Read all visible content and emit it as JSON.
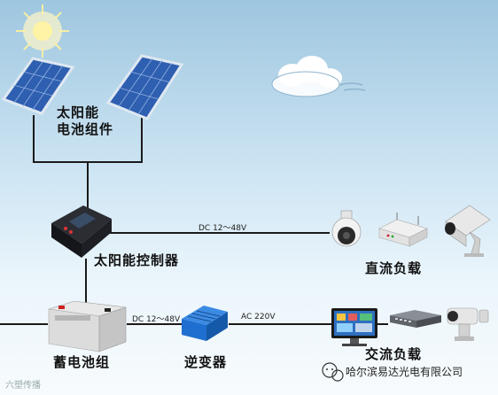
{
  "labels": {
    "solar_panels_line1": "太阳能",
    "solar_panels_line2": "电池组件",
    "controller": "太阳能控制器",
    "battery": "蓄电池组",
    "inverter": "逆变器",
    "dc_load": "直流负载",
    "ac_load": "交流负载",
    "dc_voltage_top": "DC 12～48V",
    "dc_voltage_bottom": "DC 12～48V",
    "ac_voltage": "AC 220V"
  },
  "watermark": {
    "company": "哈尔滨易达光电有限公司",
    "source": "六塑传播"
  },
  "colors": {
    "sky_top": "#9ec6df",
    "sky_bottom": "#f7fbfd",
    "wire": "#1a1a1a",
    "panel": "#2f5fb0",
    "inverter": "#1f6fd0"
  }
}
